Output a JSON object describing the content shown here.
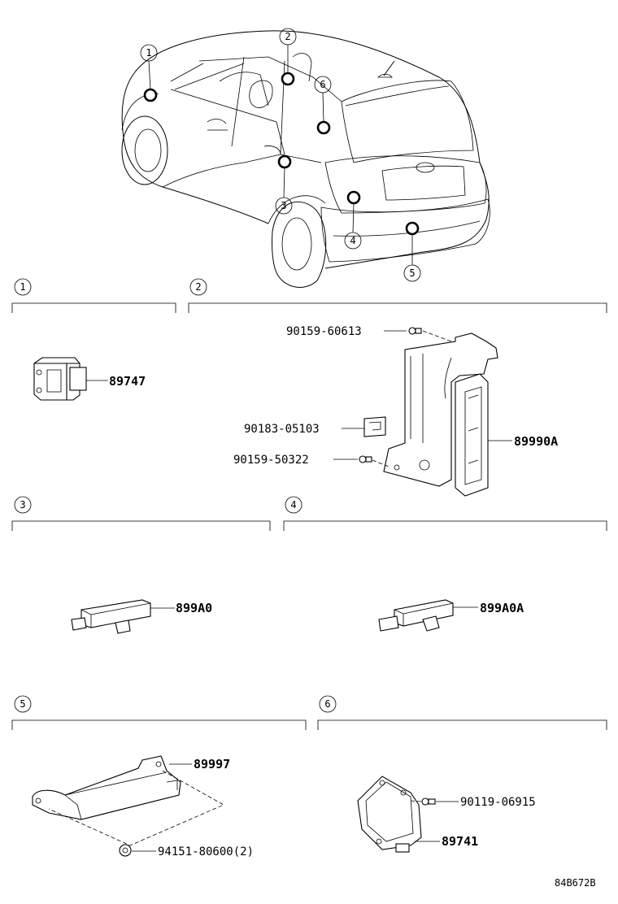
{
  "callouts": [
    "1",
    "2",
    "3",
    "4",
    "5",
    "6"
  ],
  "sections": {
    "s1": {
      "num": "1",
      "parts": [
        "89747"
      ]
    },
    "s2": {
      "num": "2",
      "parts": [
        "90159-60613",
        "90183-05103",
        "90159-50322",
        "89990A"
      ]
    },
    "s3": {
      "num": "3",
      "parts": [
        "899A0"
      ]
    },
    "s4": {
      "num": "4",
      "parts": [
        "899A0A"
      ]
    },
    "s5": {
      "num": "5",
      "parts": [
        "89997",
        "94151-80600(2)"
      ]
    },
    "s6": {
      "num": "6",
      "parts": [
        "90119-06915",
        "89741"
      ]
    }
  },
  "diagram_code": "84B672B"
}
